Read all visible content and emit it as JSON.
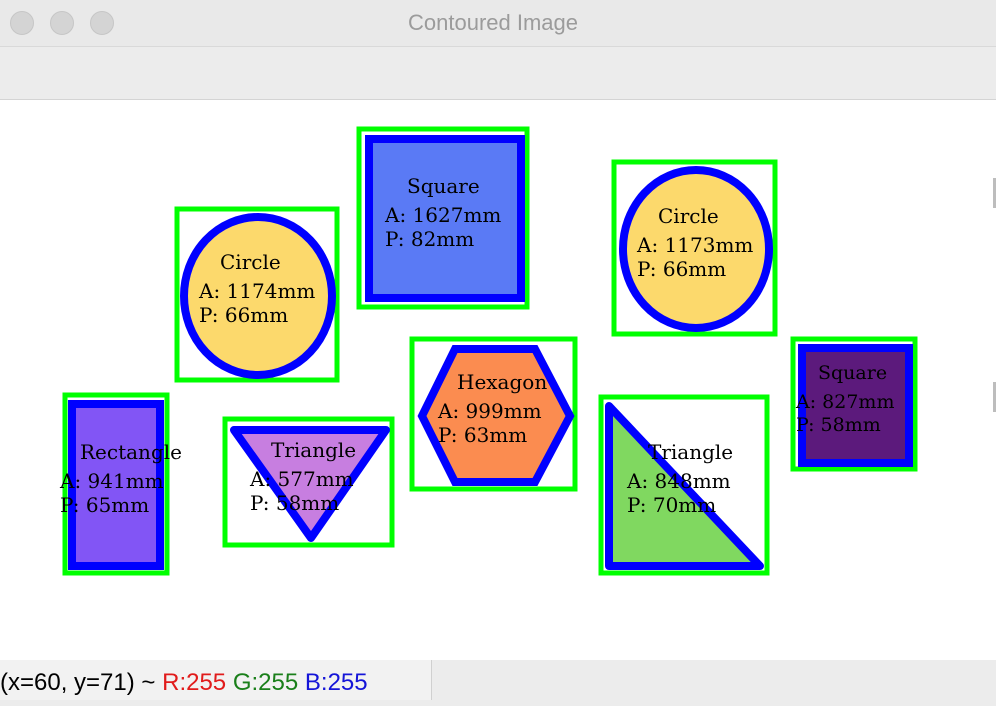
{
  "window": {
    "title": "Contoured Image"
  },
  "colors": {
    "bounding_box": "#00ff00",
    "contour": "#0000ff",
    "status_r": "#e11b1b",
    "status_g": "#1a7f1a",
    "status_b": "#1515d8"
  },
  "shapes": [
    {
      "name": "Circle",
      "area": "A: 1174mm",
      "perimeter": "P: 66mm",
      "fill": "#fcd96c"
    },
    {
      "name": "Square",
      "area": "A: 1627mm",
      "perimeter": "P: 82mm",
      "fill": "#5a7af5"
    },
    {
      "name": "Circle",
      "area": "A: 1173mm",
      "perimeter": "P: 66mm",
      "fill": "#fcd96c"
    },
    {
      "name": "Hexagon",
      "area": "A: 999mm",
      "perimeter": "P: 63mm",
      "fill": "#fb8c50"
    },
    {
      "name": "Square",
      "area": "A: 827mm",
      "perimeter": "P: 58mm",
      "fill": "#5c1a7c"
    },
    {
      "name": "Rectangle",
      "area": "A: 941mm",
      "perimeter": "P: 65mm",
      "fill": "#8255f5"
    },
    {
      "name": "Triangle",
      "area": "A: 577mm",
      "perimeter": "P: 58mm",
      "fill": "#c77ee0"
    },
    {
      "name": "Triangle",
      "area": "A: 848mm",
      "perimeter": "P: 70mm",
      "fill": "#80d860"
    }
  ],
  "status": {
    "coords": "(x=60, y=71) ~",
    "r": "R:255",
    "g": "G:255",
    "b": "B:255"
  }
}
